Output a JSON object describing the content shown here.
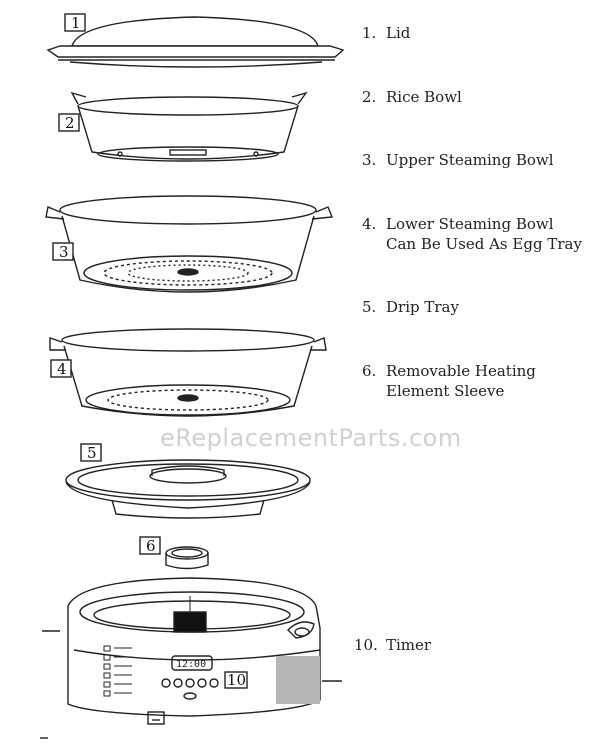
{
  "parts": [
    {
      "callout": "1",
      "label": "Lid"
    },
    {
      "callout": "2",
      "label": "Rice Bowl"
    },
    {
      "callout": "3",
      "label": "Upper Steaming Bowl"
    },
    {
      "callout": "4",
      "label": "Lower Steaming Bowl",
      "label_line2": "Can Be Used As Egg Tray"
    },
    {
      "callout": "5",
      "label": "Drip Tray"
    },
    {
      "callout": "6",
      "label": "Removable Heating",
      "label_line2": "Element Sleeve"
    }
  ],
  "timer": {
    "callout": "10",
    "label": "Timer",
    "display_value": "12:00"
  },
  "legend_numbers": [
    "1.",
    "2.",
    "3.",
    "4.",
    "5.",
    "6.",
    "10."
  ],
  "watermark": "eReplacementParts.com",
  "colors": {
    "line": "#222222",
    "panel": "#b5b5b5",
    "knob": "#111111",
    "watermark": "#aaaaaa"
  }
}
